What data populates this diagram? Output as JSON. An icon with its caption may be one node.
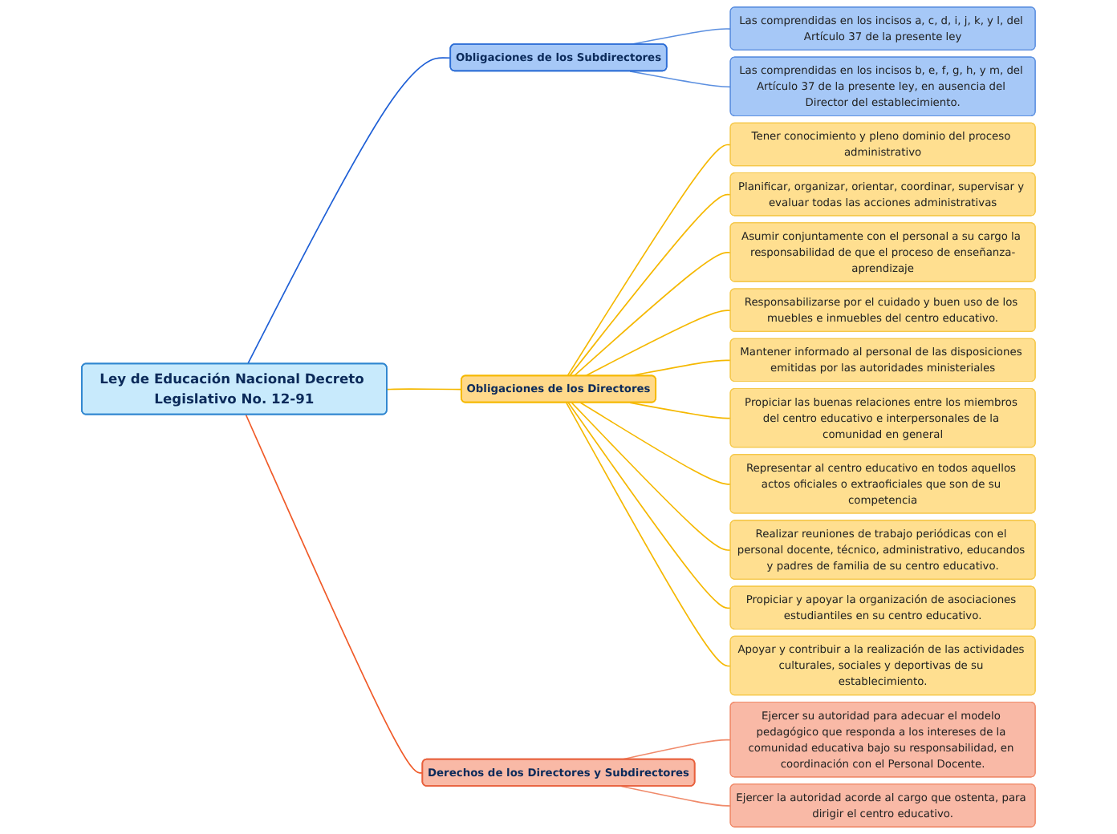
{
  "diagram": {
    "nodes": [
      {
        "text": [
          "Ley de Educación Nacional Decreto Legislativo No. 12-91"
        ]
      },
      {
        "text": [
          "Obligaciones de los Subdirectores"
        ]
      },
      {
        "text": [
          "Las comprendidas en los incisos a, c, d, i, j, k, y l, del Artículo 37 de la presente ley"
        ]
      },
      {
        "text": [
          "Las comprendidas en los incisos b, e, f, g, h, y m, del Artículo 37 de la presente ley, en ausencia del Director del establecimiento."
        ]
      },
      {
        "text": [
          "Obligaciones de los Directores"
        ]
      },
      {
        "text": [
          "Tener conocimiento y pleno dominio del proceso administrativo"
        ]
      },
      {
        "text": [
          "Planificar, organizar, orientar, coordinar, supervisar y evaluar todas las acciones administrativas"
        ]
      },
      {
        "text": [
          "Asumir conjuntamente con el personal a su cargo la responsabilidad de que el proceso de enseñanza-aprendizaje"
        ]
      },
      {
        "text": [
          "Responsabilizarse por el cuidado y buen uso de los muebles e inmuebles del centro educativo."
        ]
      },
      {
        "text": [
          "Mantener informado al personal de las disposiciones emitidas por las autoridades ministeriales"
        ]
      },
      {
        "text": [
          "Propiciar las buenas relaciones entre los miembros del centro educativo e interpersonales de la comunidad en general"
        ]
      },
      {
        "text": [
          "Representar al centro educativo en todos aquellos actos oficiales o extraoficiales que son de su competencia"
        ]
      },
      {
        "text": [
          "Realizar reuniones de trabajo periódicas con el personal docente, técnico, administrativo, educandos y padres de familia de su centro educativo."
        ]
      },
      {
        "text": [
          "Propiciar y apoyar la organización de asociaciones estudiantiles en su centro educativo."
        ]
      },
      {
        "text": [
          "Apoyar y contribuir a la realización de las actividades culturales, sociales y deportivas de su establecimiento."
        ]
      },
      {
        "text": [
          "Derechos de los Directores y Subdirectores"
        ]
      },
      {
        "text": [
          "Ejercer su autoridad para adecuar el modelo pedagógico que responda a los intereses de la comunidad educativa bajo su responsabilidad, en coordinación con el Personal Docente."
        ]
      },
      {
        "text": [
          "Ejercer la autoridad acorde al cargo que ostenta, para dirigir el centro educativo."
        ]
      }
    ],
    "edges": [
      {
        "from": 0,
        "to": 1,
        "arrow": "none",
        "color": "#1e5fd6"
      },
      {
        "from": 1,
        "to": 2,
        "arrow": "none",
        "color": "#5b8fe0"
      },
      {
        "from": 1,
        "to": 3,
        "arrow": "none",
        "color": "#5b8fe0"
      },
      {
        "from": 0,
        "to": 4,
        "arrow": "none"
      },
      {
        "from": 4,
        "to": 5,
        "arrow": "none"
      },
      {
        "from": 4,
        "to": 6,
        "arrow": "none"
      },
      {
        "from": 4,
        "to": 7,
        "arrow": "none"
      },
      {
        "from": 4,
        "to": 8,
        "arrow": "none"
      },
      {
        "from": 4,
        "to": 9,
        "arrow": "none"
      },
      {
        "from": 4,
        "to": 10,
        "arrow": "none"
      },
      {
        "from": 4,
        "to": 11,
        "arrow": "none"
      },
      {
        "from": 4,
        "to": 12,
        "arrow": "none"
      },
      {
        "from": 4,
        "to": 13,
        "arrow": "none"
      },
      {
        "from": 4,
        "to": 14,
        "arrow": "none"
      },
      {
        "from": 0,
        "to": 15,
        "arrow": "none",
        "color": "#f05a28"
      },
      {
        "from": 15,
        "to": 16,
        "arrow": "none",
        "color": "#f08a6a"
      },
      {
        "from": 15,
        "to": 17,
        "arrow": "none",
        "color": "#f08a6a"
      }
    ]
  }
}
